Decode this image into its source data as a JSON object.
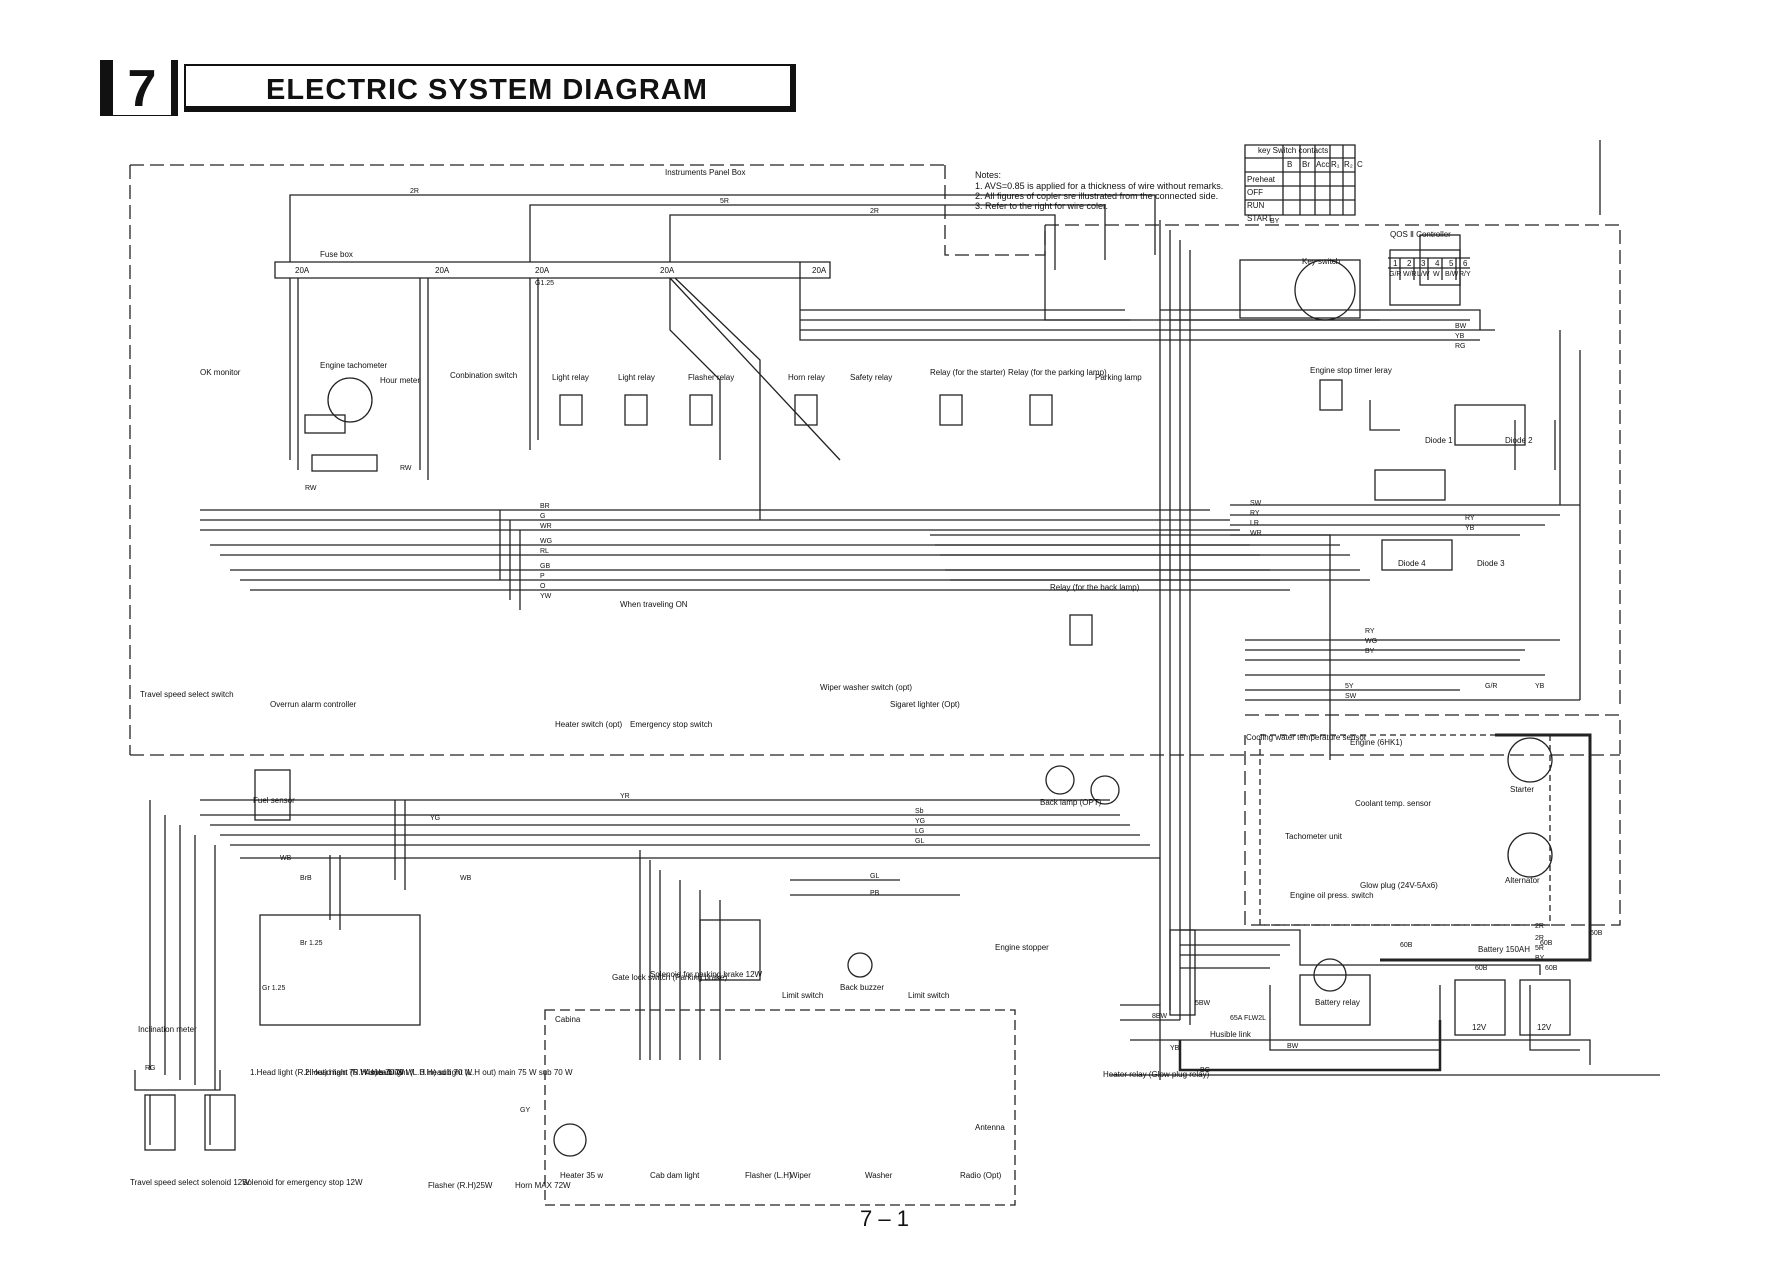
{
  "header": {
    "chapter_number": "7",
    "title": "ELECTRIC  SYSTEM  DIAGRAM"
  },
  "page_number": "7 – 1",
  "notes": {
    "heading": "Notes:",
    "lines": [
      "1. AVS=0.85 is applied for a thickness of wire without remarks.",
      "2. All figures of copler sre illustrated from the connected side.",
      "3. Refer to the right for wire coler."
    ]
  },
  "key_switch_table": {
    "title": "key Switch contacts",
    "columns": [
      "B",
      "Br",
      "Acc",
      "R₁",
      "R₂",
      "C"
    ],
    "rows": [
      "Preheat",
      "OFF",
      "RUN",
      "START"
    ]
  },
  "areas": {
    "instruments_panel_box": "Instruments Panel Box",
    "fuse_box": "Fuse box",
    "qos_controller": "QOS Ⅱ Controller",
    "cabin": "Cabina",
    "engine": "Engine (6HK1)"
  },
  "fuses": [
    "20A",
    "20A",
    "20A",
    "20A",
    "20A"
  ],
  "qos_pins": {
    "numbers": [
      "1",
      "2",
      "3",
      "4",
      "5",
      "6"
    ],
    "colors": [
      "G/R",
      "W/R",
      "L/W",
      "W",
      "B/W",
      "R/Y"
    ]
  },
  "components": {
    "ok_monitor": "OK monitor",
    "engine_tachometer": "Engine tachometer",
    "hour_meter": "Hour meter",
    "combination_switch": "Conbination switch",
    "light_relay_1": "Light relay",
    "light_relay_2": "Light relay",
    "flasher_relay": "Flasher relay",
    "horn_relay": "Horn relay",
    "safety_relay": "Safety relay",
    "starter_relay": "Relay (for the starter)",
    "parking_relay": "Relay (for the parking lamp)",
    "parking_lamp": "Parking lamp",
    "key_switch": "Key switch",
    "engine_stop_timer": "Engine stop timer leray",
    "diode_1": "Diode 1",
    "diode_2": "Diode 2",
    "diode_3": "Diode 3",
    "diode_4": "Diode 4",
    "travel_speed_switch": "Travel speed select switch",
    "overrun_alarm": "Overrun alarm controller",
    "heater_switch": "Heater switch (opt)",
    "emergency_stop_switch": "Emergency stop switch",
    "when_traveling": "When traveling ON",
    "wiper_washer_switch": "Wiper washer switch (opt)",
    "cigarette_lighter": "Sigaret lighter (Opt)",
    "back_lamp_relay": "Relay (for the back lamp)",
    "back_lamp": "Back lamp (OPT)",
    "cooling_sensor": "Cooling water temperature sensor",
    "coolant_sensor": "Coolant temp. sensor",
    "tachometer_unit": "Tachometer unit",
    "glow_plug": "Glow plug (24V-5Ax6)",
    "engine_oil_switch": "Engine oil press. switch",
    "starter": "Starter",
    "alternator": "Alternator",
    "battery": "Battery 150AH",
    "battery_relay": "Battery relay",
    "heater_relay": "Heater relay (Glow plug relay)",
    "fusible_link": "Husible link",
    "fuel_sensor": "Fuel sensor",
    "inclination_meter": "Inclination meter",
    "engine_stopper": "Engine stopper",
    "back_buzzer": "Back buzzer",
    "limit_switch_1": "Limit switch",
    "limit_switch_2": "Limit switch",
    "gate_lock_switch": "Gate lock switch (Parking brake)",
    "parking_brake_solenoid": "Solenoid for parking brake 12W",
    "head_light_1": "1.Head light (R.H out) main 75 W sub 70 W",
    "head_light_2": "2.Head light (R.H in) sub 70 W",
    "head_light_4": "4.Head light (L.H in) sub 70 W",
    "head_light_3": "3.Head light (L.H out) main 75 W sub 70 W",
    "flasher_rh": "Flasher (R.H)25W",
    "horn": "Horn MAX 72W",
    "heater": "Heater 35 w",
    "cab_lamp": "Cab dam light",
    "flasher_lh": "Flasher (L.H)",
    "wiper": "Wiper",
    "washer": "Washer",
    "radio": "Radio (Opt)",
    "antenna": "Antenna",
    "speed_solenoid": "Travel speed select solenoid 12W",
    "emergency_solenoid": "Solenoid for emergency stop 12W",
    "battery_volts": [
      "12V",
      "12V"
    ]
  },
  "wires": {
    "top": [
      "2R",
      "5R",
      "2R",
      "BY"
    ],
    "right_bus": [
      "BW",
      "YB",
      "RG",
      "SW",
      "RY",
      "LR",
      "WR",
      "RY",
      "YB"
    ],
    "middle_bus": [
      "BR",
      "G",
      "WR",
      "WG",
      "RL",
      "GB",
      "P",
      "O",
      "YW"
    ],
    "lower_bus": [
      "YR",
      "Sb",
      "YG",
      "LG",
      "GL",
      "PB",
      "GL"
    ],
    "right_mid": [
      "RY",
      "WG",
      "BY",
      "5Y",
      "SW",
      "YB",
      "G/R"
    ],
    "battery_bus": [
      "2R",
      "2R",
      "5R",
      "BY",
      "60B",
      "60B"
    ],
    "misc": [
      "RW",
      "RW",
      "WB",
      "YG",
      "WB",
      "BrB",
      "Gr 1.25",
      "Br 1.25",
      "BW",
      "YB",
      "BG",
      "RG",
      "GY",
      "8BW",
      "5BW",
      "65A FLW2L",
      "G1.25",
      "60B",
      "60B",
      "60B"
    ]
  }
}
